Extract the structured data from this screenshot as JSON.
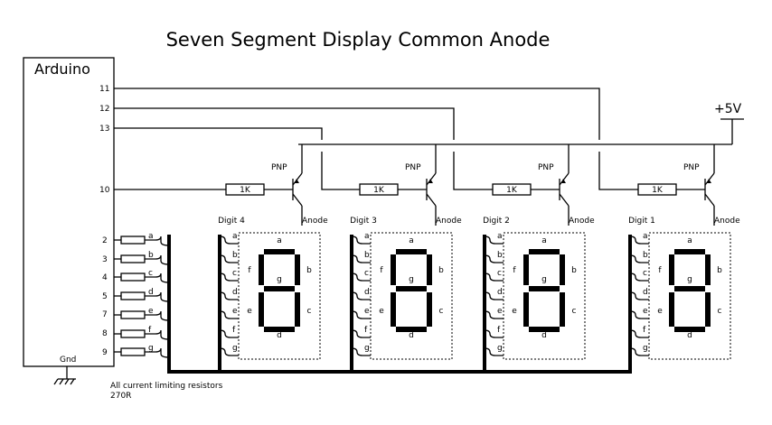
{
  "title": "Seven Segment Display Common Anode",
  "arduino": {
    "label": "Arduino",
    "pins_top": [
      "11",
      "12",
      "13"
    ],
    "pin_transistor": "10",
    "segment_pins": [
      "2",
      "3",
      "4",
      "5",
      "7",
      "8",
      "9"
    ],
    "gnd_label": "Gnd"
  },
  "supply_label": "+5V",
  "resistor_label": "1K",
  "transistor_label": "PNP",
  "anode_label": "Anode",
  "segment_letters": [
    "a",
    "b",
    "c",
    "d",
    "e",
    "f",
    "g"
  ],
  "digits": [
    "Digit 4",
    "Digit 3",
    "Digit 2",
    "Digit 1"
  ],
  "note_line1": "All current limiting resistors",
  "note_line2": "270R"
}
